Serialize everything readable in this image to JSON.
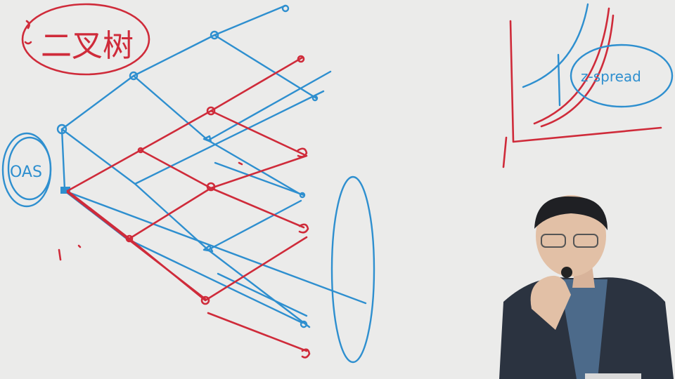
{
  "whiteboard": {
    "title_text": "二叉树",
    "label_oas": "OAS",
    "label_spread": "z-spread",
    "ink_colors": {
      "blue": "#2e8fcf",
      "red": "#cf2b3a",
      "board": "#ebebea"
    }
  },
  "presenter": {
    "jacket_color": "#2b3340",
    "shirt_color": "#4c6a8a"
  }
}
